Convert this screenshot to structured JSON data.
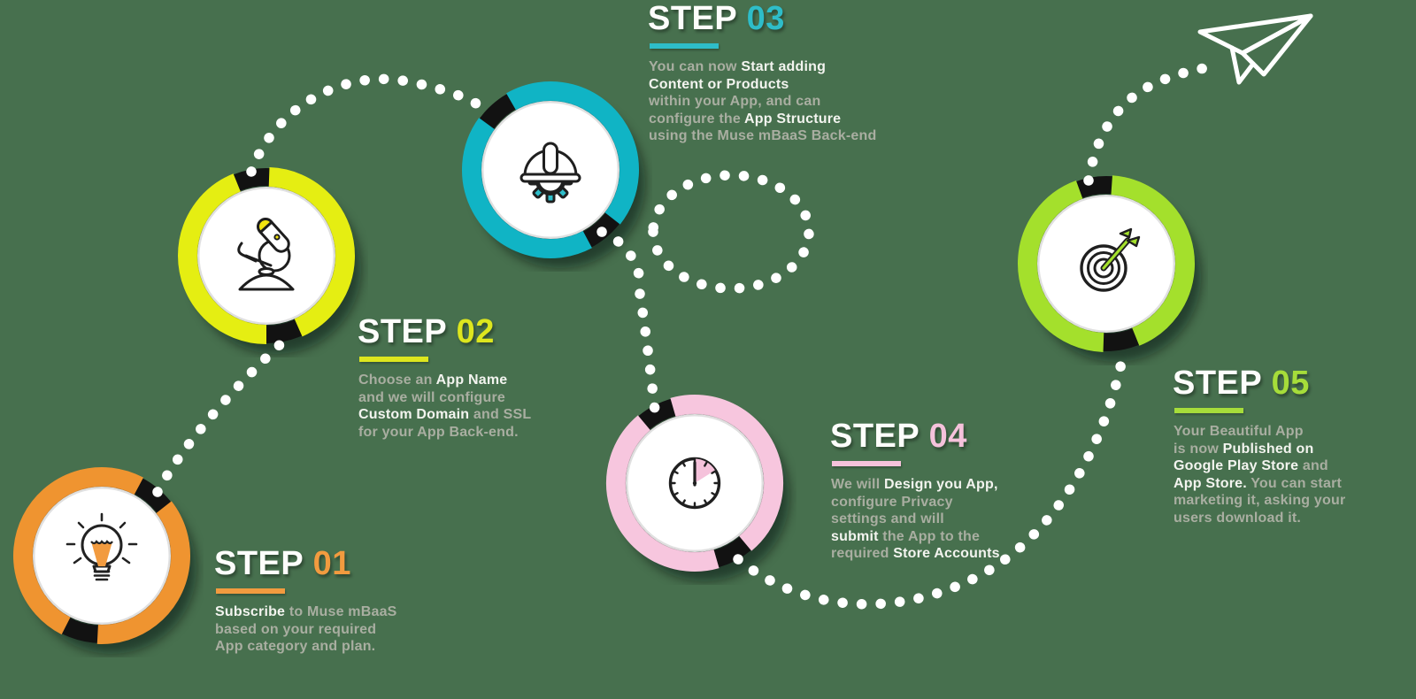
{
  "canvas": {
    "background": "#47704e",
    "dot_color": "#ffffff"
  },
  "steps": [
    {
      "label": "STEP",
      "number": "01",
      "accent": "#f29b3f",
      "ring": "#ef9430",
      "icon_accent": "#f29b3f",
      "icon": "lightbulb-icon",
      "description": [
        [
          {
            "t": "Subscribe",
            "b": true
          },
          {
            "t": " to Muse mBaaS"
          }
        ],
        [
          {
            "t": "based on your required"
          }
        ],
        [
          {
            "t": "App category and plan."
          }
        ]
      ]
    },
    {
      "label": "STEP",
      "number": "02",
      "accent": "#dde61e",
      "ring": "#e5ee12",
      "icon_accent": "#f2e30e",
      "icon": "microscope-icon",
      "description": [
        [
          {
            "t": "Choose an "
          },
          {
            "t": "App Name",
            "b": true
          }
        ],
        [
          {
            "t": "and we will configure"
          }
        ],
        [
          {
            "t": "Custom Domain",
            "b": true
          },
          {
            "t": " and SSL"
          }
        ],
        [
          {
            "t": "for your App Back-end."
          }
        ]
      ]
    },
    {
      "label": "STEP",
      "number": "03",
      "accent": "#2ebdc9",
      "ring": "#10b4c5",
      "icon_accent": "#2ebdc9",
      "icon": "hardhat-gear-icon",
      "description": [
        [
          {
            "t": "You can now "
          },
          {
            "t": "Start adding",
            "b": true
          }
        ],
        [
          {
            "t": "Content or Products",
            "b": true
          }
        ],
        [
          {
            "t": "within your App, and can"
          }
        ],
        [
          {
            "t": "configure the "
          },
          {
            "t": "App Structure",
            "b": true
          }
        ],
        [
          {
            "t": "using the Muse mBaaS Back-end"
          }
        ]
      ]
    },
    {
      "label": "STEP",
      "number": "04",
      "accent": "#f5c2db",
      "ring": "#f7c6de",
      "icon_accent": "#f5c2db",
      "icon": "clock-icon",
      "description": [
        [
          {
            "t": "We will "
          },
          {
            "t": "Design you App,",
            "b": true
          }
        ],
        [
          {
            "t": "configure Privacy"
          }
        ],
        [
          {
            "t": "settings and will"
          }
        ],
        [
          {
            "t": "submit",
            "b": true
          },
          {
            "t": " the App to the"
          }
        ],
        [
          {
            "t": "required "
          },
          {
            "t": "Store Accounts",
            "b": true
          }
        ]
      ]
    },
    {
      "label": "STEP",
      "number": "05",
      "accent": "#a6dd3a",
      "ring": "#a4e02c",
      "icon_accent": "#a4e02c",
      "icon": "target-arrow-icon",
      "description": [
        [
          {
            "t": "Your Beautiful App"
          }
        ],
        [
          {
            "t": "is now "
          },
          {
            "t": "Published on",
            "b": true
          }
        ],
        [
          {
            "t": "Google Play Store",
            "b": true
          },
          {
            "t": " and"
          }
        ],
        [
          {
            "t": "App Store.",
            "b": true
          },
          {
            "t": " You can start"
          }
        ],
        [
          {
            "t": "marketing it, asking your"
          }
        ],
        [
          {
            "t": "users download it."
          }
        ]
      ]
    }
  ],
  "decor": {
    "plane": "paper-plane-icon",
    "path": "dotted-flight-path"
  }
}
